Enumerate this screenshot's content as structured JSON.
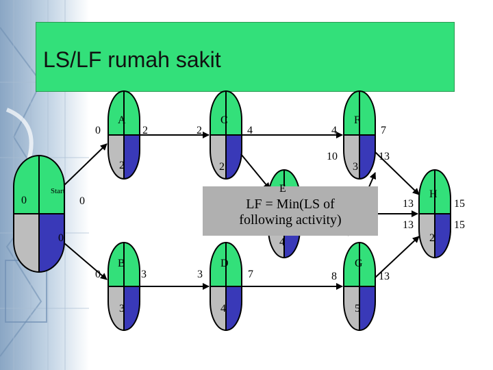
{
  "slide": {
    "title": "LS/LF rumah sakit"
  },
  "colors": {
    "green": "#33e07a",
    "gray": "#bdbdbd",
    "blue": "#3939b8",
    "callout": "#b0b0b0"
  },
  "callout": {
    "line1": "LF = Min(LS of",
    "line2": "following activity)"
  },
  "nodes": {
    "start": {
      "name": "Start",
      "es": "0",
      "ef": "0",
      "ls": "0"
    },
    "a": {
      "name": "A",
      "es": "0",
      "ef": "2",
      "lf": "2"
    },
    "b": {
      "name": "B",
      "es": "0",
      "ef": "3",
      "duration": "3"
    },
    "c": {
      "name": "C",
      "es": "2",
      "ef": "4",
      "lf": "2"
    },
    "d": {
      "name": "D",
      "es": "3",
      "ef": "7",
      "duration": "4"
    },
    "e": {
      "name": "E",
      "duration": "4"
    },
    "f": {
      "name": "F",
      "es": "4",
      "ef": "7",
      "ls": "10",
      "duration": "3",
      "lf": "13"
    },
    "g": {
      "name": "G",
      "es": "8",
      "ef": "13",
      "duration": "5"
    },
    "h": {
      "name": "H",
      "es": "13",
      "ef": "15",
      "ls": "13",
      "lf": "15",
      "duration": "2"
    }
  }
}
